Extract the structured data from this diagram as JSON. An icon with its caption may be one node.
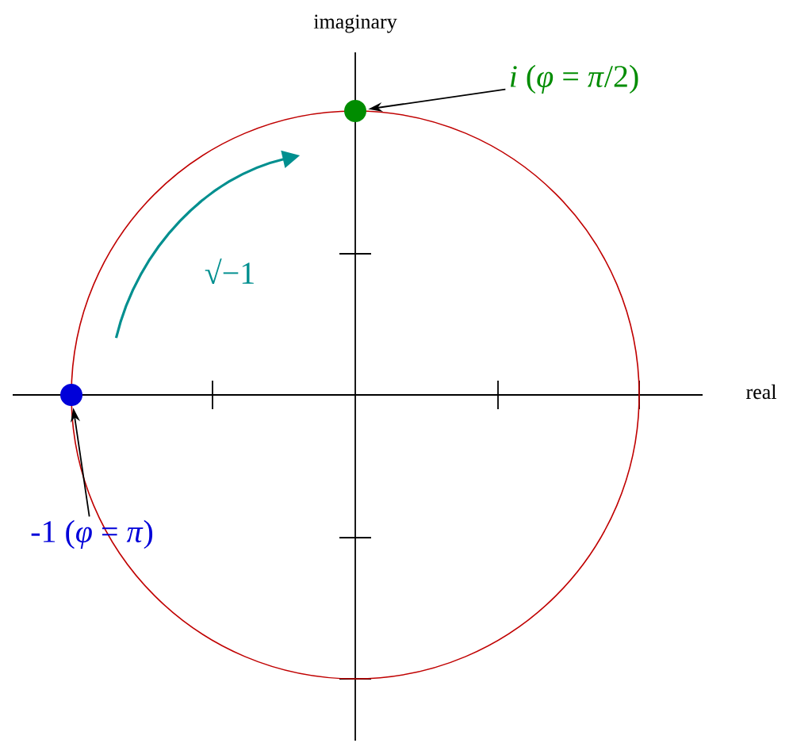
{
  "diagram": {
    "nodes": [
      {
        "text": [
          "*i* (*φ* = *π*/2)"
        ]
      },
      {
        "text": [],
        "shape": "circle"
      },
      {
        "text": [
          "-1 (*φ* = *π*)"
        ]
      },
      {
        "text": [],
        "shape": "circle"
      }
    ],
    "edges": [
      {
        "from": 0,
        "to": 1,
        "arrow": "to"
      },
      {
        "from": 2,
        "to": 3,
        "arrow": "to"
      }
    ],
    "labels": [
      "imaginary",
      "real",
      "√−1"
    ]
  }
}
